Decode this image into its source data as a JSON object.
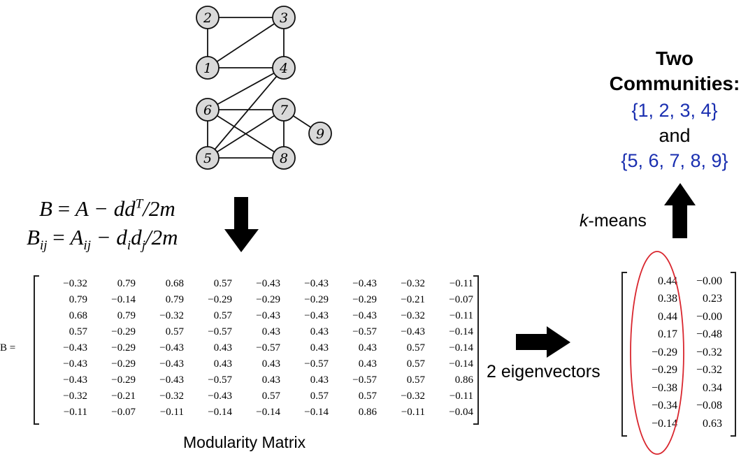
{
  "graph": {
    "nodes": [
      "2",
      "3",
      "1",
      "4",
      "6",
      "7",
      "9",
      "5",
      "8"
    ]
  },
  "formulas": {
    "line1": {
      "lhs": "B",
      "rhs": "A − dd",
      "sup": "T",
      "tail": "/2m"
    },
    "line2": {
      "lhs": "B",
      "lhs_sub": "ij",
      "rhs": "A",
      "rhs_sub": "ij",
      "tail": " − d",
      "d1_sub": "i",
      "d2": "d",
      "d2_sub": "j",
      "end": "/2m"
    }
  },
  "modularity": {
    "prefix": "B =",
    "rows": [
      [
        "−0.32",
        "0.79",
        "0.68",
        "0.57",
        "−0.43",
        "−0.43",
        "−0.43",
        "−0.32",
        "−0.11"
      ],
      [
        "0.79",
        "−0.14",
        "0.79",
        "−0.29",
        "−0.29",
        "−0.29",
        "−0.29",
        "−0.21",
        "−0.07"
      ],
      [
        "0.68",
        "0.79",
        "−0.32",
        "0.57",
        "−0.43",
        "−0.43",
        "−0.43",
        "−0.32",
        "−0.11"
      ],
      [
        "0.57",
        "−0.29",
        "0.57",
        "−0.57",
        "0.43",
        "0.43",
        "−0.57",
        "−0.43",
        "−0.14"
      ],
      [
        "−0.43",
        "−0.29",
        "−0.43",
        "0.43",
        "−0.57",
        "0.43",
        "0.43",
        "0.57",
        "−0.14"
      ],
      [
        "−0.43",
        "−0.29",
        "−0.43",
        "0.43",
        "0.43",
        "−0.57",
        "0.43",
        "0.57",
        "−0.14"
      ],
      [
        "−0.43",
        "−0.29",
        "−0.43",
        "−0.57",
        "0.43",
        "0.43",
        "−0.57",
        "0.57",
        "0.86"
      ],
      [
        "−0.32",
        "−0.21",
        "−0.32",
        "−0.43",
        "0.57",
        "0.57",
        "0.57",
        "−0.32",
        "−0.11"
      ],
      [
        "−0.11",
        "−0.07",
        "−0.11",
        "−0.14",
        "−0.14",
        "−0.14",
        "0.86",
        "−0.11",
        "−0.04"
      ]
    ],
    "caption": "Modularity Matrix"
  },
  "eigen": {
    "label": "2 eigenvectors",
    "rows": [
      [
        "0.44",
        "−0.00"
      ],
      [
        "0.38",
        "0.23"
      ],
      [
        "0.44",
        "−0.00"
      ],
      [
        "0.17",
        "−0.48"
      ],
      [
        "−0.29",
        "−0.32"
      ],
      [
        "−0.29",
        "−0.32"
      ],
      [
        "−0.38",
        "0.34"
      ],
      [
        "−0.34",
        "−0.08"
      ],
      [
        "−0.14",
        "0.63"
      ]
    ]
  },
  "kmeans": {
    "k": "k",
    "rest": "-means"
  },
  "result": {
    "title1": "Two",
    "title2": "Communities:",
    "group1": "{1, 2, 3, 4}",
    "and": "and",
    "group2": "{5, 6, 7, 8, 9}",
    "group_color": "#1a2fb0"
  },
  "colors": {
    "node_fill": "#d9d9d9",
    "ellipse": "#d9262e"
  }
}
